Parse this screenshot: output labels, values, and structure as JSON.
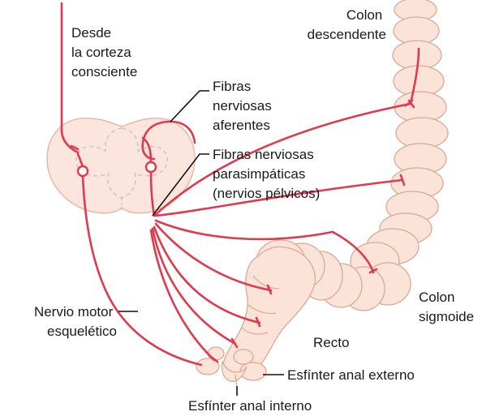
{
  "labels": {
    "cortex": [
      "Desde",
      "la corteza",
      "consciente"
    ],
    "afferent": [
      "Fibras",
      "nerviosas",
      "aferentes"
    ],
    "parasympathetic": [
      "Fibras nerviosas",
      "parasimpáticas",
      "(nervios pélvicos)"
    ],
    "descending_colon": [
      "Colon",
      "descendente"
    ],
    "sigmoid_colon": [
      "Colon",
      "sigmoide"
    ],
    "rectum": "Recto",
    "motor_nerve": [
      "Nervio motor",
      "esquelético"
    ],
    "external_sphincter": "Esfínter anal externo",
    "internal_sphincter": "Esfínter anal interno"
  },
  "colors": {
    "nerve": "#e03a4e",
    "tissue_fill": "#fbe3d8",
    "tissue_stroke": "#d7aa98",
    "spinal_fill": "#fbe5dc",
    "spinal_gray_matter": "#cfc4bf",
    "text": "#1a1a1a"
  }
}
